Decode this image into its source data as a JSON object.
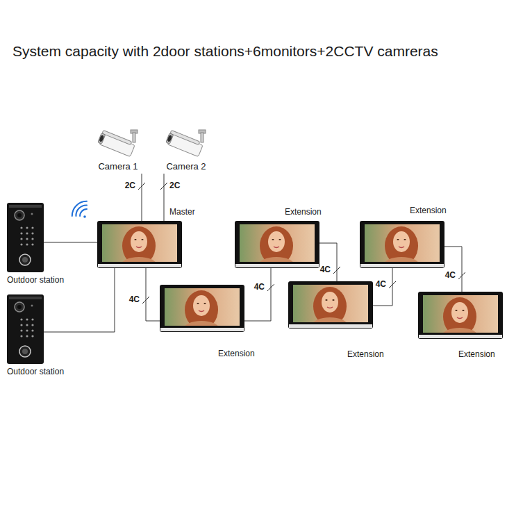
{
  "diagram": {
    "title": "System capacity with 2door stations+6monitors+2CCTV camreras",
    "nodes": [
      {
        "text": [
          "Camera 1"
        ]
      },
      {
        "text": [
          "Camera 2"
        ]
      },
      {
        "text": [
          "Outdoor station"
        ]
      },
      {
        "text": [
          "Master"
        ]
      },
      {
        "text": [
          "Extension"
        ]
      },
      {
        "text": [
          "Extension"
        ]
      },
      {
        "text": [
          "Extension"
        ]
      },
      {
        "text": [
          "Extension"
        ]
      },
      {
        "text": [
          "Extension"
        ]
      },
      {
        "text": [
          "Outdoor station"
        ]
      }
    ],
    "edges": [
      {
        "from": 0,
        "to": 3,
        "label": "2C",
        "arrow": "none"
      },
      {
        "from": 1,
        "to": 3,
        "label": "2C",
        "arrow": "none"
      },
      {
        "from": 2,
        "to": 3,
        "arrow": "none"
      },
      {
        "from": 9,
        "to": 3,
        "arrow": "none"
      },
      {
        "from": 3,
        "to": 6,
        "label": "4C",
        "arrow": "none"
      },
      {
        "from": 6,
        "to": 4,
        "label": "4C",
        "arrow": "none"
      },
      {
        "from": 4,
        "to": 7,
        "label": "4C",
        "arrow": "none"
      },
      {
        "from": 7,
        "to": 5,
        "label": "4C",
        "arrow": "none"
      },
      {
        "from": 5,
        "to": 8,
        "label": "4C",
        "arrow": "none"
      }
    ]
  }
}
